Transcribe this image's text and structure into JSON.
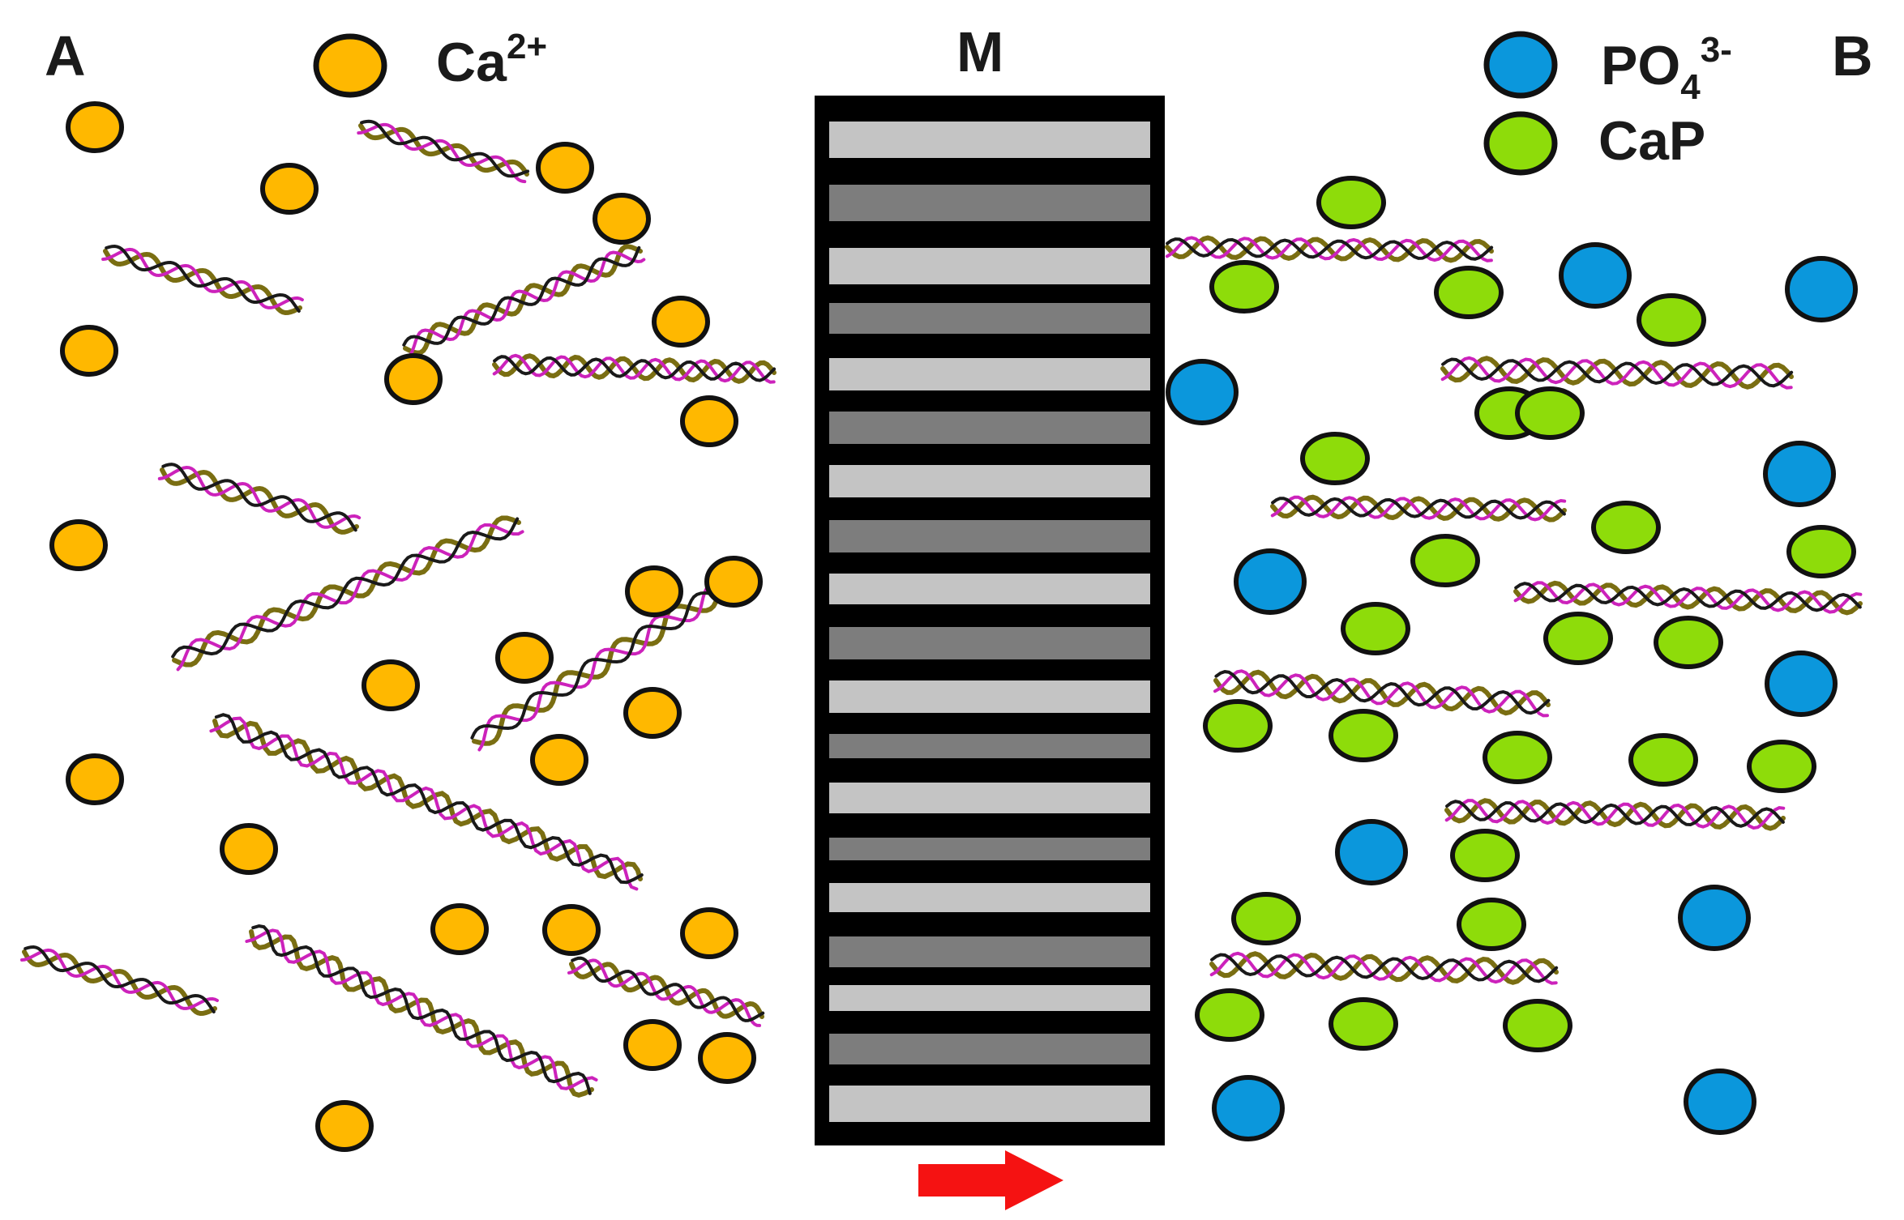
{
  "labels": {
    "side_a": "A",
    "side_b": "B",
    "membrane": "M",
    "ca_base": "Ca",
    "ca_charge": "2+",
    "po_base": "PO",
    "po_sub": "4",
    "po_charge": "3-",
    "cap": "CaP"
  },
  "colors": {
    "calcium_ion": "#FFB800",
    "phosphate_ion": "#0B97DC",
    "calcium_phosphate": "#8EDC0A",
    "membrane_frame": "#000000",
    "membrane_band_light": "#C4C4C4",
    "membrane_band_dark": "#7D7D7D",
    "arrow": "#F51212",
    "strand_magenta": "#CC22BB",
    "strand_olive": "#7A6E12",
    "strand_black": "#1A1A1A"
  },
  "icons": {
    "legend_ca": "calcium-ion-icon",
    "legend_po": "phosphate-ion-icon",
    "legend_cap": "calcium-phosphate-icon",
    "flow": "flow-arrow-right-icon"
  }
}
